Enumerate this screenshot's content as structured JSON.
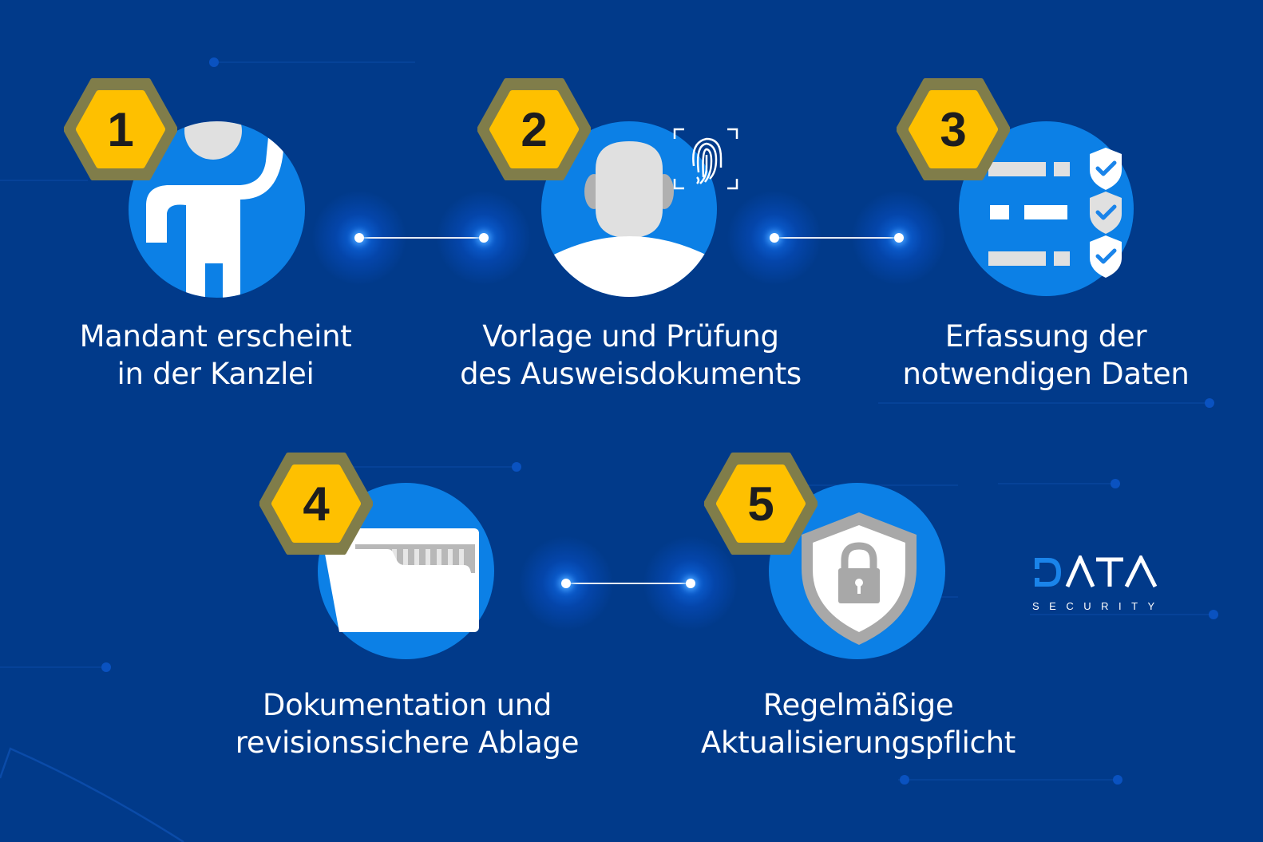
{
  "colors": {
    "background": "#013a8a",
    "circle": "#0c80e6",
    "hex_outer": "#807d4a",
    "hex_inner": "#fec000",
    "number": "#1d1d1f",
    "text": "#ffffff",
    "icon_gray": "#e0e0e0",
    "accent_blue": "#1a84ea"
  },
  "steps": [
    {
      "number": "1",
      "icon": "person-waving-icon",
      "line1": "Mandant erscheint",
      "line2": "in der Kanzlei"
    },
    {
      "number": "2",
      "icon": "person-fingerprint-icon",
      "line1": "Vorlage und Prüfung",
      "line2": "des Ausweisdokuments"
    },
    {
      "number": "3",
      "icon": "data-checklist-shield-icon",
      "line1": "Erfassung der",
      "line2": "notwendigen Daten"
    },
    {
      "number": "4",
      "icon": "folder-archive-icon",
      "line1": "Dokumentation und",
      "line2": "revisionssichere Ablage"
    },
    {
      "number": "5",
      "icon": "shield-lock-icon",
      "line1": "Regelmäßige",
      "line2": "Aktualisierungspflicht"
    }
  ],
  "logo": {
    "main": "DATA",
    "sub": "SECURITY"
  }
}
